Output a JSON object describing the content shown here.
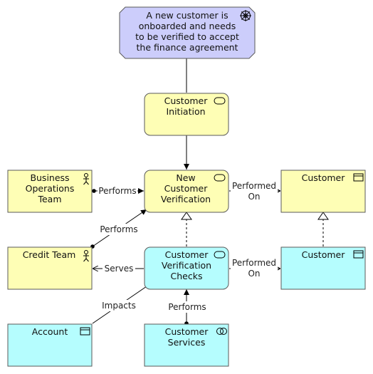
{
  "colors": {
    "event": "#cccdfb",
    "business": "#fefeb5",
    "application": "#b5fdfe",
    "stroke": "#5a5a5a",
    "line": "#000000"
  },
  "nodes": {
    "event": {
      "lines": [
        "A new customer is",
        "onboarded and needs",
        "to be verified to accept",
        "the finance agreement"
      ]
    },
    "customer_initiation": {
      "lines": [
        "Customer",
        "Initiation"
      ]
    },
    "new_customer_verification": {
      "lines": [
        "New",
        "Customer",
        "Verification"
      ]
    },
    "business_operations_team": {
      "lines": [
        "Business",
        "Operations",
        "Team"
      ]
    },
    "customer_business": {
      "lines": [
        "Customer"
      ]
    },
    "credit_team": {
      "lines": [
        "Credit Team"
      ]
    },
    "customer_verification_checks": {
      "lines": [
        "Customer",
        "Verification",
        "Checks"
      ]
    },
    "customer_app": {
      "lines": [
        "Customer"
      ]
    },
    "account": {
      "lines": [
        "Account"
      ]
    },
    "customer_services": {
      "lines": [
        "Customer",
        "Services"
      ]
    }
  },
  "edges": {
    "performs_1": {
      "lines": [
        "Performs"
      ]
    },
    "performed_on_1": {
      "lines": [
        "Performed",
        "On"
      ]
    },
    "performs_2": {
      "lines": [
        "Performs"
      ]
    },
    "serves": {
      "lines": [
        "Serves"
      ]
    },
    "performed_on_2": {
      "lines": [
        "Performed",
        "On"
      ]
    },
    "impacts": {
      "lines": [
        "Impacts"
      ]
    },
    "performs_3": {
      "lines": [
        "Performs"
      ]
    }
  }
}
